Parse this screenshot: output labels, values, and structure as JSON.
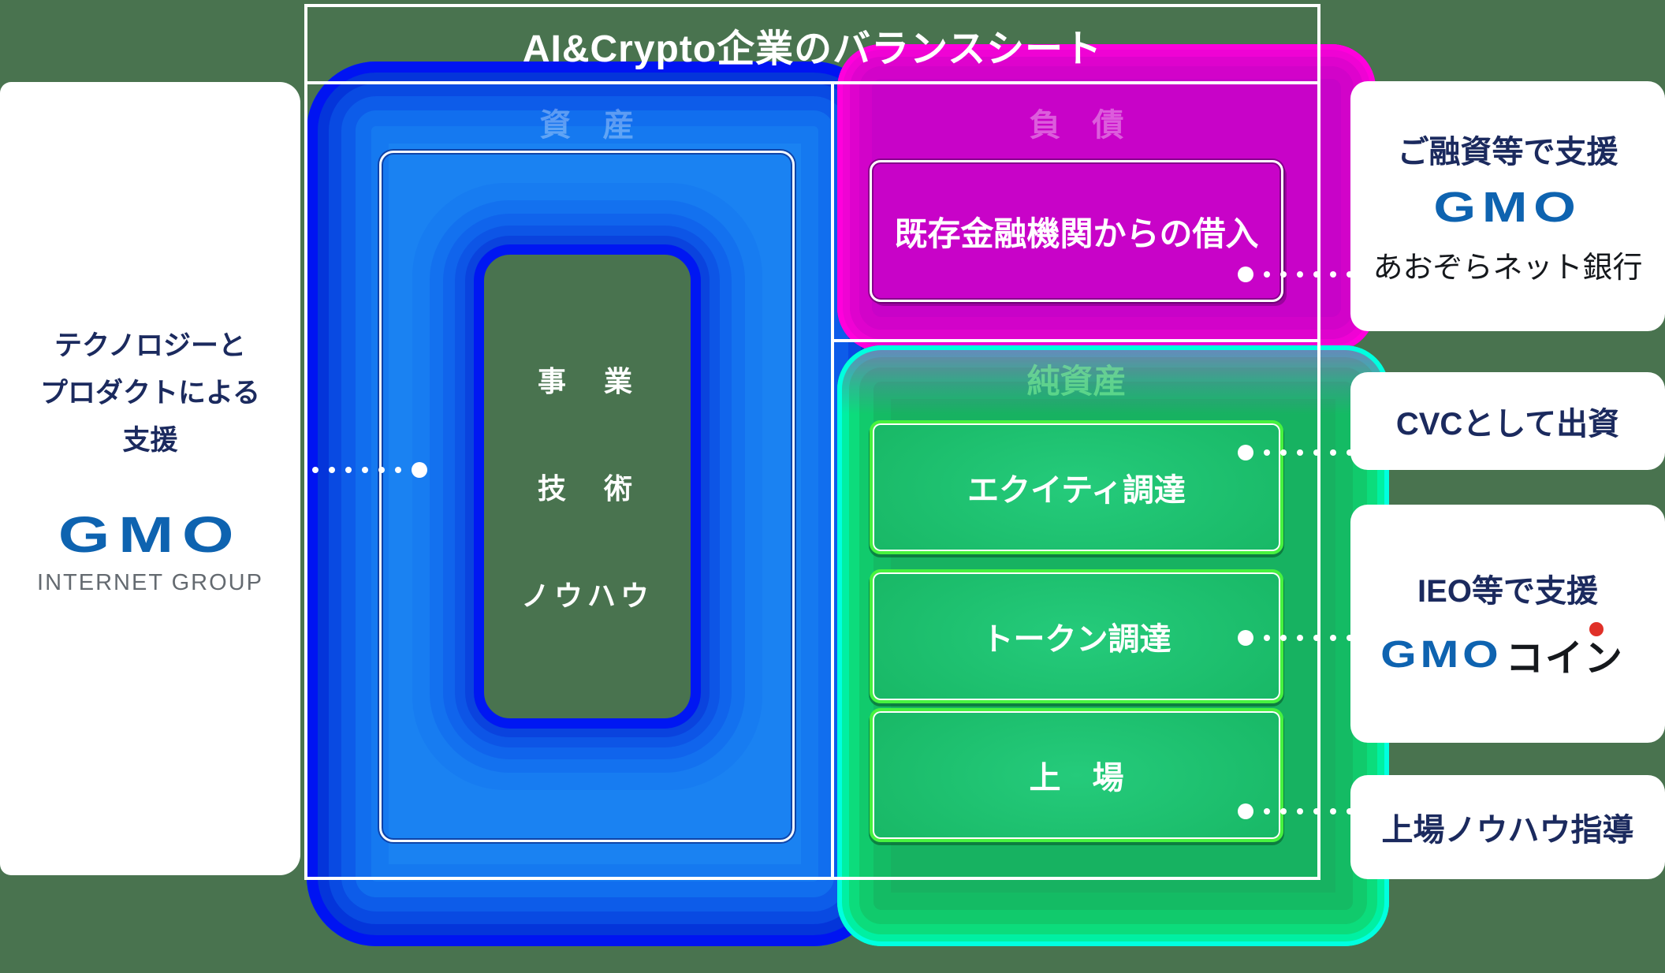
{
  "title": "AI&Crypto企業のバランスシート",
  "balance_sheet": {
    "assets": {
      "label": "資　産",
      "items": [
        "事　業",
        "技　術",
        "ノウハウ"
      ]
    },
    "liabilities": {
      "label": "負　債",
      "box": "既存金融機関からの借入"
    },
    "net_assets": {
      "label": "純資産",
      "boxes": [
        "エクイティ調達",
        "トークン調達",
        "上　場"
      ]
    }
  },
  "left_support": {
    "line1": "テクノロジーと",
    "line2": "プロダクトによる",
    "line3": "支援",
    "logo": "GMO",
    "logo_sub": "INTERNET GROUP"
  },
  "right_supports": [
    {
      "heading": "ご融資等で支援",
      "logo": "GMO",
      "logo_sub": "あおぞらネット銀行"
    },
    {
      "heading": "CVCとして出資"
    },
    {
      "heading": "IEO等で支援",
      "logo": "GMO",
      "logo_sub": "コイン"
    },
    {
      "heading": "上場ノウハウ指導"
    }
  ],
  "colors": {
    "background": "#49734F",
    "assets_blue": "#1a82f2",
    "liabilities_magenta": "#c803c8",
    "net_assets_green": "#17b261",
    "lime_border": "#47f23f",
    "navy_text": "#1b2a5e",
    "gmo_blue": "#0e63b0",
    "internet_group_gray": "#646a70",
    "coin_red": "#e03028"
  }
}
